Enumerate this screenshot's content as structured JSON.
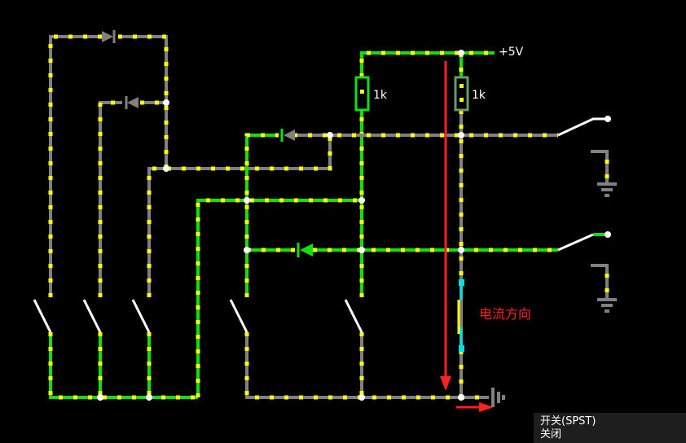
{
  "labels": {
    "supply": "+5V",
    "resistor_left": "1k",
    "resistor_right": "1k"
  },
  "annotation": "电流方向",
  "tooltip": {
    "title": "开关(SPST)",
    "state": "关闭"
  },
  "colors": {
    "active_wire": "#10e010",
    "idle_wire": "#808080",
    "current_dot": "#ffff00",
    "annotation": "#ff2020"
  }
}
